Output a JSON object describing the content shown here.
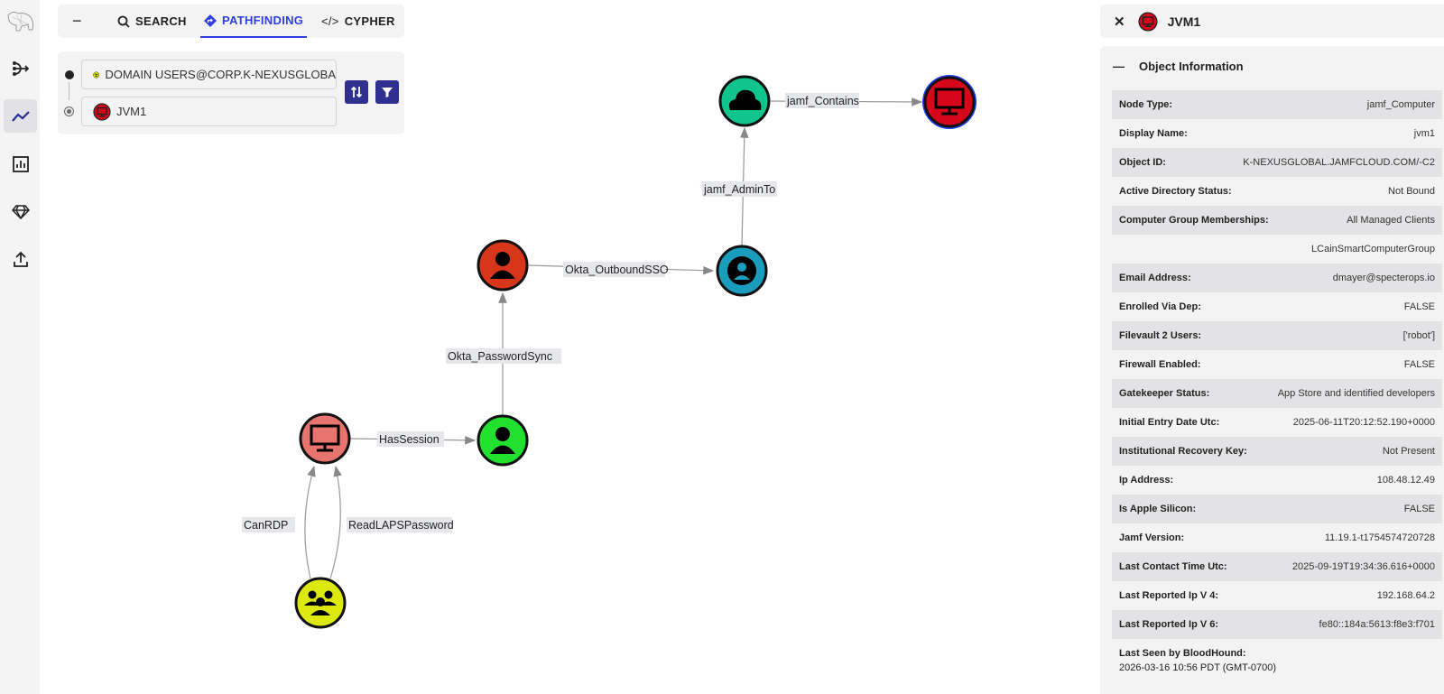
{
  "nav": {
    "items": [
      "logo",
      "graph-explore",
      "pathfinding",
      "posture",
      "zones",
      "upload"
    ]
  },
  "search_tabs": {
    "collapse": "−",
    "search": "SEARCH",
    "pathfinding": "PATHFINDING",
    "cypher": "CYPHER"
  },
  "pathfinding": {
    "source": "DOMAIN USERS@CORP.K-NEXUSGLOBA",
    "target": "JVM1"
  },
  "graph": {
    "edges": {
      "has_session": "HasSession",
      "can_rdp": "CanRDP",
      "read_laps": "ReadLAPSPassword",
      "password_sync": "Okta_PasswordSync",
      "outbound_sso": "Okta_OutboundSSO",
      "admin_to": "jamf_AdminTo",
      "contains": "jamf_Contains"
    },
    "colors": {
      "computer": "#e8746e",
      "group": "#dde80e",
      "user_green": "#22e12e",
      "okta_user": "#d8361b",
      "jamf_user": "#1a9dbd",
      "tenant": "#10c48e",
      "jvm1": "#d8061a",
      "selected": "#1f3cf0"
    }
  },
  "panel": {
    "title": "JVM1",
    "section": "Object Information",
    "rows": [
      {
        "k": "Node Type:",
        "v": "jamf_Computer"
      },
      {
        "k": "Display Name:",
        "v": "jvm1"
      },
      {
        "k": "Object ID:",
        "v": "K-NEXUSGLOBAL.JAMFCLOUD.COM/-C2"
      },
      {
        "k": "Active Directory Status:",
        "v": "Not Bound"
      },
      {
        "k": "Computer Group Memberships:",
        "v": "All Managed Clients"
      },
      {
        "k": "",
        "v": "LCainSmartComputerGroup"
      },
      {
        "k": "Email Address:",
        "v": "dmayer@specterops.io"
      },
      {
        "k": "Enrolled Via Dep:",
        "v": "FALSE"
      },
      {
        "k": "Filevault 2 Users:",
        "v": "['robot']"
      },
      {
        "k": "Firewall Enabled:",
        "v": "FALSE"
      },
      {
        "k": "Gatekeeper Status:",
        "v": "App Store and identified developers"
      },
      {
        "k": "Initial Entry Date Utc:",
        "v": "2025-06-11T20:12:52.190+0000"
      },
      {
        "k": "Institutional Recovery Key:",
        "v": "Not Present"
      },
      {
        "k": "Ip Address:",
        "v": "108.48.12.49"
      },
      {
        "k": "Is Apple Silicon:",
        "v": "FALSE"
      },
      {
        "k": "Jamf Version:",
        "v": "11.19.1-t1754574720728"
      },
      {
        "k": "Last Contact Time Utc:",
        "v": "2025-09-19T19:34:36.616+0000"
      },
      {
        "k": "Last Reported Ip V 4:",
        "v": "192.168.64.2"
      },
      {
        "k": "Last Reported Ip V 6:",
        "v": "fe80::184a:5613:f8e3:f701"
      }
    ],
    "last_seen_label": "Last Seen by BloodHound:",
    "last_seen_value": "2026-03-16 10:56 PDT (GMT-0700)"
  }
}
